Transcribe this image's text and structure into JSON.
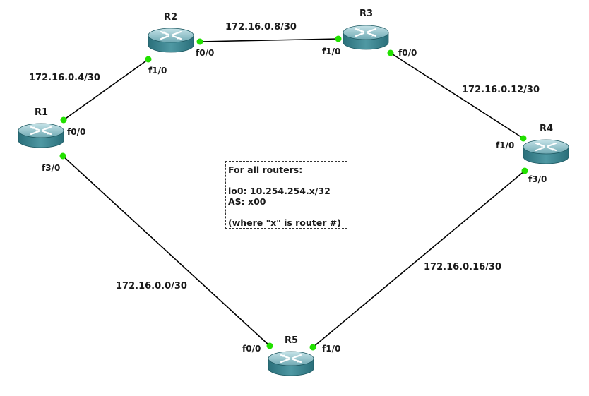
{
  "routers": [
    {
      "id": "R1",
      "name": "R1"
    },
    {
      "id": "R2",
      "name": "R2"
    },
    {
      "id": "R3",
      "name": "R3"
    },
    {
      "id": "R4",
      "name": "R4"
    },
    {
      "id": "R5",
      "name": "R5"
    }
  ],
  "links": [
    {
      "from": "R1",
      "from_if": "f0/0",
      "to": "R2",
      "to_if": "f1/0",
      "subnet": "172.16.0.4/30"
    },
    {
      "from": "R2",
      "from_if": "f0/0",
      "to": "R3",
      "to_if": "f1/0",
      "subnet": "172.16.0.8/30"
    },
    {
      "from": "R3",
      "from_if": "f0/0",
      "to": "R4",
      "to_if": "f1/0",
      "subnet": "172.16.0.12/30"
    },
    {
      "from": "R4",
      "from_if": "f3/0",
      "to": "R5",
      "to_if": "f1/0",
      "subnet": "172.16.0.16/30"
    },
    {
      "from": "R1",
      "from_if": "f3/0",
      "to": "R5",
      "to_if": "f0/0",
      "subnet": "172.16.0.0/30"
    }
  ],
  "note": {
    "line1": "For all routers:",
    "line2": "lo0: 10.254.254.x/32",
    "line3": "AS: x00",
    "line4": "(where \"x\" is router #)"
  },
  "colors": {
    "link": "#000000",
    "port_up": "#22e000",
    "router_top": "#8fc2cc",
    "router_side": "#2f7a86"
  },
  "icons": {
    "router": "router-icon",
    "port": "port-status-dot"
  }
}
